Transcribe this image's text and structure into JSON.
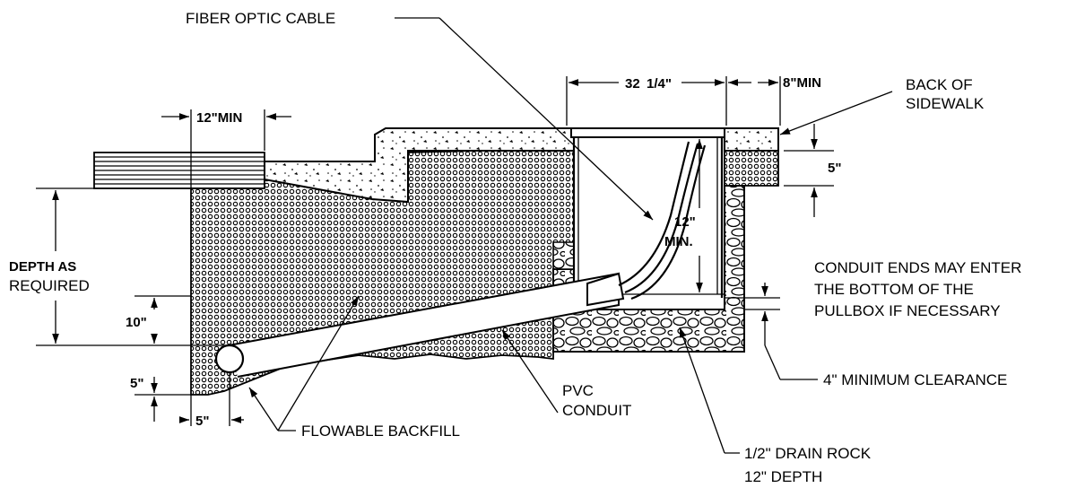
{
  "labels": {
    "fiber_optic_cable": "FIBER OPTIC CABLE",
    "back_of_sidewalk_1": "BACK OF",
    "back_of_sidewalk_2": "SIDEWALK",
    "dim_pullbox_width_main": "32",
    "dim_pullbox_width_frac": "1/4\"",
    "dim_8_min": "8\"MIN",
    "dim_12_min_top": "12\"MIN",
    "dim_5_sidewalk": "5\"",
    "dim_12_min_cable_1": "12\"",
    "dim_12_min_cable_2": "MIN.",
    "depth_as_required_1": "DEPTH AS",
    "depth_as_required_2": "REQUIRED",
    "dim_10": "10\"",
    "dim_5_left": "5\"",
    "dim_5_bottom": "5\"",
    "conduit_note_1": "CONDUIT ENDS MAY ENTER",
    "conduit_note_2": "THE BOTTOM OF THE",
    "conduit_note_3": "PULLBOX IF NECESSARY",
    "min_clearance": "4\" MINIMUM CLEARANCE",
    "pvc_conduit_1": "PVC",
    "pvc_conduit_2": "CONDUIT",
    "flowable_backfill": "FLOWABLE BACKFILL",
    "drain_rock_1": "1/2\" DRAIN ROCK",
    "drain_rock_2": "12\" DEPTH"
  }
}
